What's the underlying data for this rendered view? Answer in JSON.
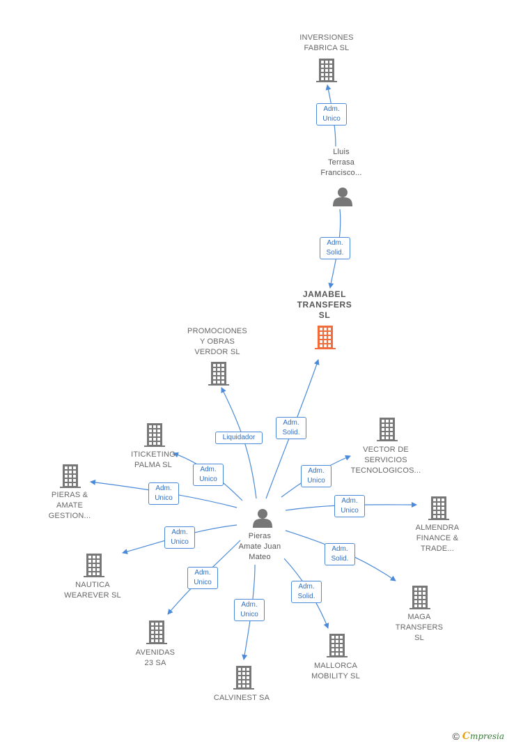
{
  "colors": {
    "edge": "#4a8ad8",
    "company": "#777777",
    "main_company": "#f26b3a",
    "person": "#777777"
  },
  "nodes": [
    {
      "id": "inversiones",
      "type": "company",
      "label": "INVERSIONES\nFABRICA SL",
      "icon": "building-icon"
    },
    {
      "id": "lluis",
      "type": "person",
      "label": "Lluis\nTerrasa\nFrancisco...",
      "icon": "person-icon"
    },
    {
      "id": "jamabel",
      "type": "main",
      "label": "JAMABEL\nTRANSFERS\nSL",
      "icon": "building-icon"
    },
    {
      "id": "promociones",
      "type": "company",
      "label": "PROMOCIONES\nY OBRAS\nVERDOR SL",
      "icon": "building-icon"
    },
    {
      "id": "iticketing",
      "type": "company",
      "label": "ITICKETING\nPALMA  SL",
      "icon": "building-icon"
    },
    {
      "id": "vector",
      "type": "company",
      "label": "VECTOR DE\nSERVICIOS\nTECNOLOGICOS...",
      "icon": "building-icon"
    },
    {
      "id": "pieras_gestion",
      "type": "company",
      "label": "PIERAS &\nAMATE\nGESTION...",
      "icon": "building-icon"
    },
    {
      "id": "almendra",
      "type": "company",
      "label": "ALMENDRA\nFINANCE &\nTRADE...",
      "icon": "building-icon"
    },
    {
      "id": "pieras",
      "type": "person",
      "label": "Pieras\nAmate Juan\nMateo",
      "icon": "person-icon"
    },
    {
      "id": "nautica",
      "type": "company",
      "label": "NAUTICA\nWEAREVER SL",
      "icon": "building-icon"
    },
    {
      "id": "maga",
      "type": "company",
      "label": "MAGA\nTRANSFERS\nSL",
      "icon": "building-icon"
    },
    {
      "id": "avenidas",
      "type": "company",
      "label": "AVENIDAS\n23 SA",
      "icon": "building-icon"
    },
    {
      "id": "mallorca",
      "type": "company",
      "label": "MALLORCA\nMOBILITY  SL",
      "icon": "building-icon"
    },
    {
      "id": "calvinest",
      "type": "company",
      "label": "CALVINEST SA",
      "icon": "building-icon"
    }
  ],
  "edges": [
    {
      "from": "lluis",
      "to": "inversiones",
      "label": "Adm.\nUnico"
    },
    {
      "from": "lluis",
      "to": "jamabel",
      "label": "Adm.\nSolid."
    },
    {
      "from": "pieras",
      "to": "jamabel",
      "label": "Adm.\nSolid."
    },
    {
      "from": "pieras",
      "to": "promociones",
      "label": "Liquidador"
    },
    {
      "from": "pieras",
      "to": "iticketing",
      "label": "Adm.\nUnico"
    },
    {
      "from": "pieras",
      "to": "pieras_gestion",
      "label": "Adm.\nUnico"
    },
    {
      "from": "pieras",
      "to": "vector",
      "label": "Adm.\nUnico"
    },
    {
      "from": "pieras",
      "to": "almendra",
      "label": "Adm.\nUnico"
    },
    {
      "from": "pieras",
      "to": "nautica",
      "label": "Adm.\nUnico"
    },
    {
      "from": "pieras",
      "to": "maga",
      "label": "Adm.\nSolid."
    },
    {
      "from": "pieras",
      "to": "avenidas",
      "label": "Adm.\nUnico"
    },
    {
      "from": "pieras",
      "to": "mallorca",
      "label": "Adm.\nSolid."
    },
    {
      "from": "pieras",
      "to": "calvinest",
      "label": "Adm.\nUnico"
    }
  ],
  "footer": {
    "copyright": "©",
    "brand_initial": "C",
    "brand_rest": "mpresia"
  }
}
